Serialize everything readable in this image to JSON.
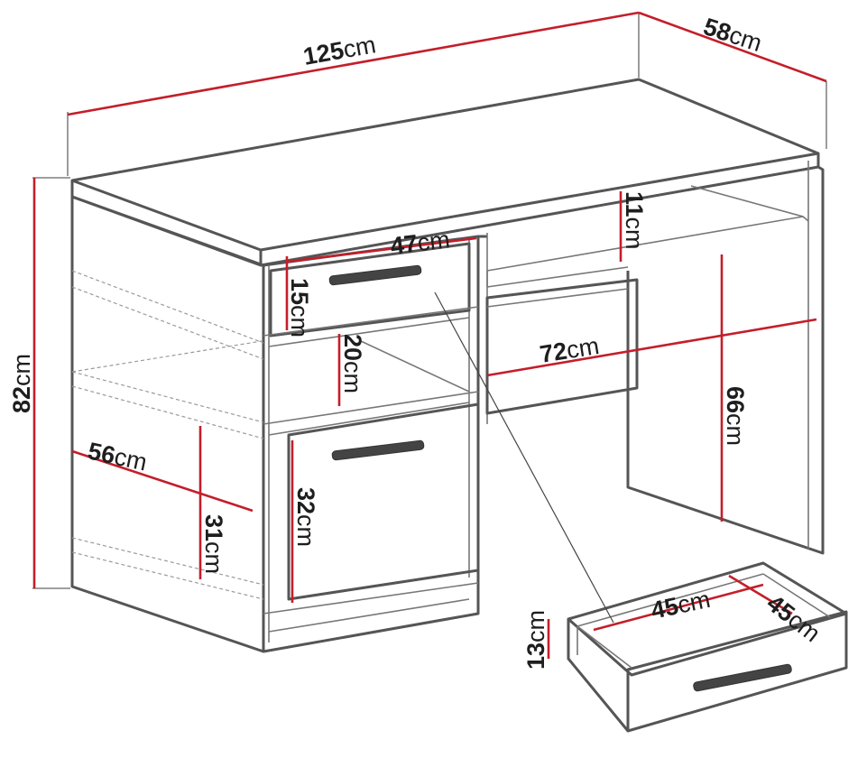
{
  "diagram": {
    "colors": {
      "dimension_line": "#c41e2a",
      "outline": "#555555",
      "handle": "#444444",
      "text": "#1e1e1e"
    },
    "dimensions": {
      "width": {
        "value": "125",
        "unit": "cm"
      },
      "depth": {
        "value": "58",
        "unit": "cm"
      },
      "height": {
        "value": "82",
        "unit": "cm"
      },
      "top_drawer_width": {
        "value": "47",
        "unit": "cm"
      },
      "top_drawer_height": {
        "value": "15",
        "unit": "cm"
      },
      "shelf_opening_height": {
        "value": "20",
        "unit": "cm"
      },
      "open_shelf_height": {
        "value": "11",
        "unit": "cm"
      },
      "knee_space_width": {
        "value": "72",
        "unit": "cm"
      },
      "knee_space_height": {
        "value": "66",
        "unit": "cm"
      },
      "cabinet_depth": {
        "value": "56",
        "unit": "cm"
      },
      "side_shelf_height": {
        "value": "31",
        "unit": "cm"
      },
      "cabinet_door_height": {
        "value": "32",
        "unit": "cm"
      },
      "drawer_inner_width": {
        "value": "45",
        "unit": "cm"
      },
      "drawer_inner_depth": {
        "value": "45",
        "unit": "cm"
      },
      "drawer_inner_height": {
        "value": "13",
        "unit": "cm"
      }
    }
  }
}
